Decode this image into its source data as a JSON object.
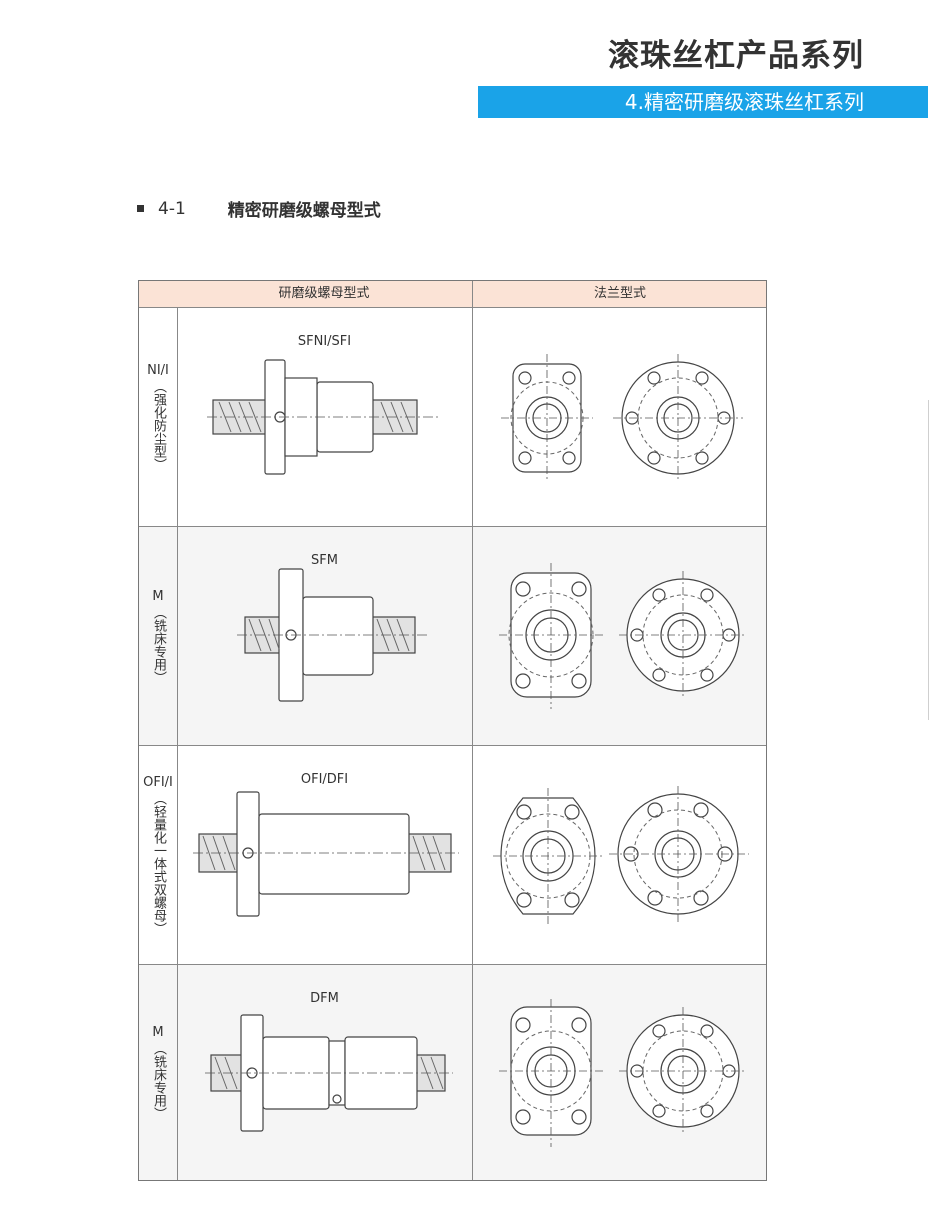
{
  "header": {
    "title": "滚珠丝杠产品系列",
    "subtitle": "4.精密研磨级滚珠丝杠系列"
  },
  "section": {
    "number": "4-1",
    "title": "精密研磨级螺母型式"
  },
  "table": {
    "col1_header": "研磨级螺母型式",
    "col2_header": "法兰型式",
    "rows": [
      {
        "code": "NI/I",
        "desc": "（强化防尘型）",
        "model": "SFNI/SFI"
      },
      {
        "code": "M",
        "desc": "（铣床专用）",
        "model": "SFM"
      },
      {
        "code": "OFI/I",
        "desc": "（轻量化一体式双螺母）",
        "model": "OFI/DFI"
      },
      {
        "code": "M",
        "desc": "（铣床专用）",
        "model": "DFM"
      }
    ]
  },
  "icons": {
    "nut_drawing": "ball-screw-nut-icon",
    "flange_cut": "cut-flange-icon",
    "flange_round": "round-flange-icon"
  }
}
